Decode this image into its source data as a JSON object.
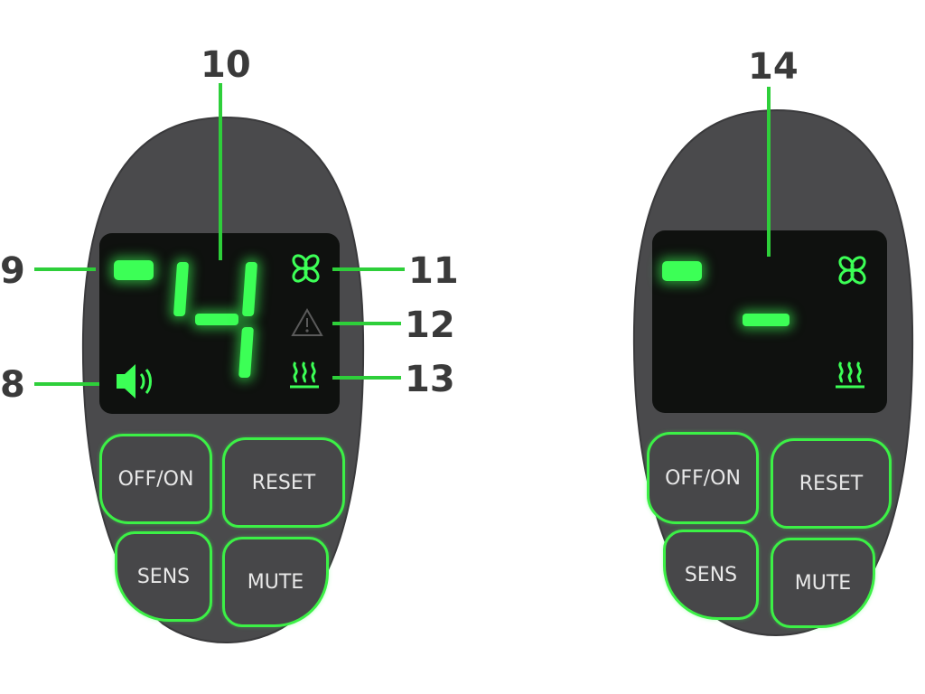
{
  "callouts": {
    "battery": "9",
    "digit": "10",
    "fan": "11",
    "warning": "12",
    "heater": "13",
    "sound": "8",
    "standby": "14"
  },
  "remote_left": {
    "display_digit": "4",
    "buttons": {
      "power": "OFF/ON",
      "reset": "RESET",
      "sens": "SENS",
      "mute": "MUTE"
    }
  },
  "remote_right": {
    "display_digit": "-",
    "buttons": {
      "power": "OFF/ON",
      "reset": "RESET",
      "sens": "SENS",
      "mute": "MUTE"
    }
  },
  "icons": [
    "battery-icon",
    "fan-icon",
    "warning-icon",
    "heater-icon",
    "speaker-icon"
  ],
  "colors": {
    "led_green": "#3cff56",
    "body": "#4a4a4c",
    "screen": "#0f110f",
    "callout_text": "#3a3a3a",
    "leader": "#2ecf3a"
  }
}
